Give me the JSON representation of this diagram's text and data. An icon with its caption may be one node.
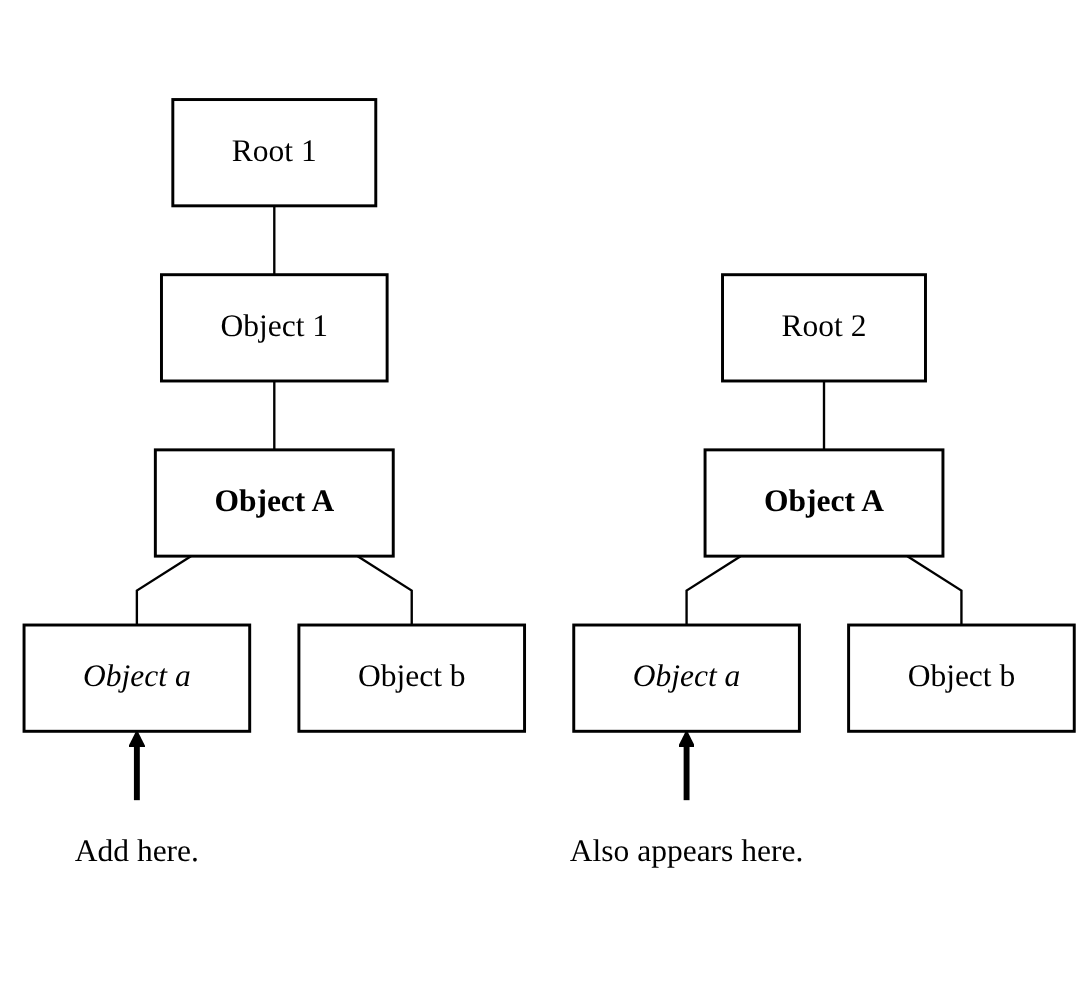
{
  "diagram": {
    "nodes": [
      {
        "text": [
          "Root 1"
        ]
      },
      {
        "text": [
          "Object 1"
        ]
      },
      {
        "text": [
          "Object A"
        ]
      },
      {
        "text": [
          "Object a"
        ]
      },
      {
        "text": [
          "Object b"
        ]
      },
      {
        "text": [
          "Add here."
        ]
      },
      {
        "text": [
          "Root 2"
        ]
      },
      {
        "text": [
          "Object A"
        ]
      },
      {
        "text": [
          "Object a"
        ]
      },
      {
        "text": [
          "Object b"
        ]
      },
      {
        "text": [
          "Also appears here."
        ]
      }
    ],
    "edges": [
      {
        "from": 0,
        "to": 1,
        "arrow": "none"
      },
      {
        "from": 1,
        "to": 2,
        "arrow": "none"
      },
      {
        "from": 2,
        "to": 3,
        "arrow": "none"
      },
      {
        "from": 2,
        "to": 4,
        "arrow": "none"
      },
      {
        "from": 5,
        "to": 3,
        "arrow": "to",
        "style": "thick"
      },
      {
        "from": 6,
        "to": 7,
        "arrow": "none"
      },
      {
        "from": 7,
        "to": 8,
        "arrow": "none"
      },
      {
        "from": 7,
        "to": 9,
        "arrow": "none"
      },
      {
        "from": 10,
        "to": 8,
        "arrow": "to",
        "style": "thick"
      }
    ]
  }
}
